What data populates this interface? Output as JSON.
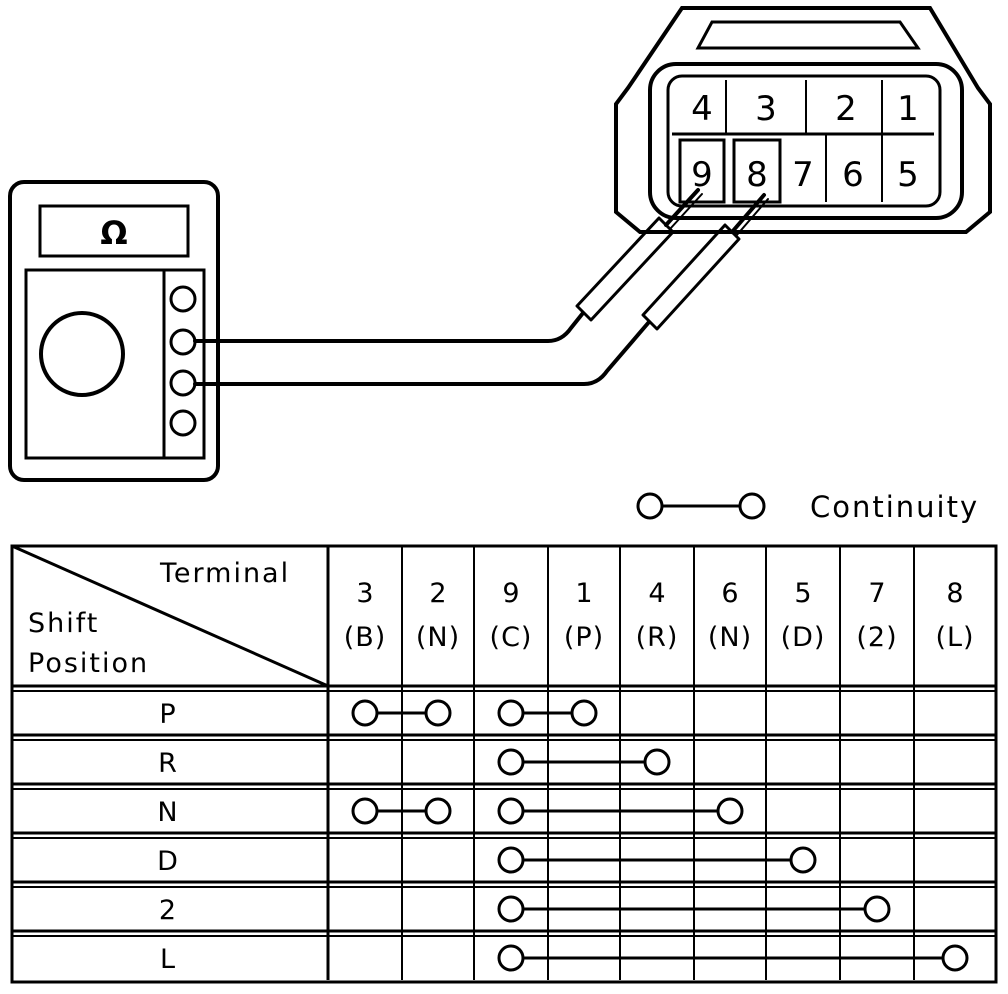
{
  "meter": {
    "symbol": "Ω"
  },
  "connector": {
    "top_row": [
      "4",
      "3",
      "2",
      "1"
    ],
    "bottom_row": [
      "9",
      "8",
      "7",
      "6",
      "5"
    ]
  },
  "legend": {
    "label": "Continuity"
  },
  "table": {
    "corner_terminal": "Terminal",
    "corner_shift_1": "Shift",
    "corner_shift_2": "Position",
    "columns": [
      {
        "num": "3",
        "sub": "(B)"
      },
      {
        "num": "2",
        "sub": "(N)"
      },
      {
        "num": "9",
        "sub": "(C)"
      },
      {
        "num": "1",
        "sub": "(P)"
      },
      {
        "num": "4",
        "sub": "(R)"
      },
      {
        "num": "6",
        "sub": "(N)"
      },
      {
        "num": "5",
        "sub": "(D)"
      },
      {
        "num": "7",
        "sub": "(2)"
      },
      {
        "num": "8",
        "sub": "(L)"
      }
    ],
    "rows": [
      {
        "label": "P",
        "continuity": [
          [
            0,
            1
          ],
          [
            2,
            3
          ]
        ]
      },
      {
        "label": "R",
        "continuity": [
          [
            2,
            4
          ]
        ]
      },
      {
        "label": "N",
        "continuity": [
          [
            0,
            1
          ],
          [
            2,
            5
          ]
        ]
      },
      {
        "label": "D",
        "continuity": [
          [
            2,
            6
          ]
        ]
      },
      {
        "label": "2",
        "continuity": [
          [
            2,
            7
          ]
        ]
      },
      {
        "label": "L",
        "continuity": [
          [
            2,
            8
          ]
        ]
      }
    ]
  }
}
